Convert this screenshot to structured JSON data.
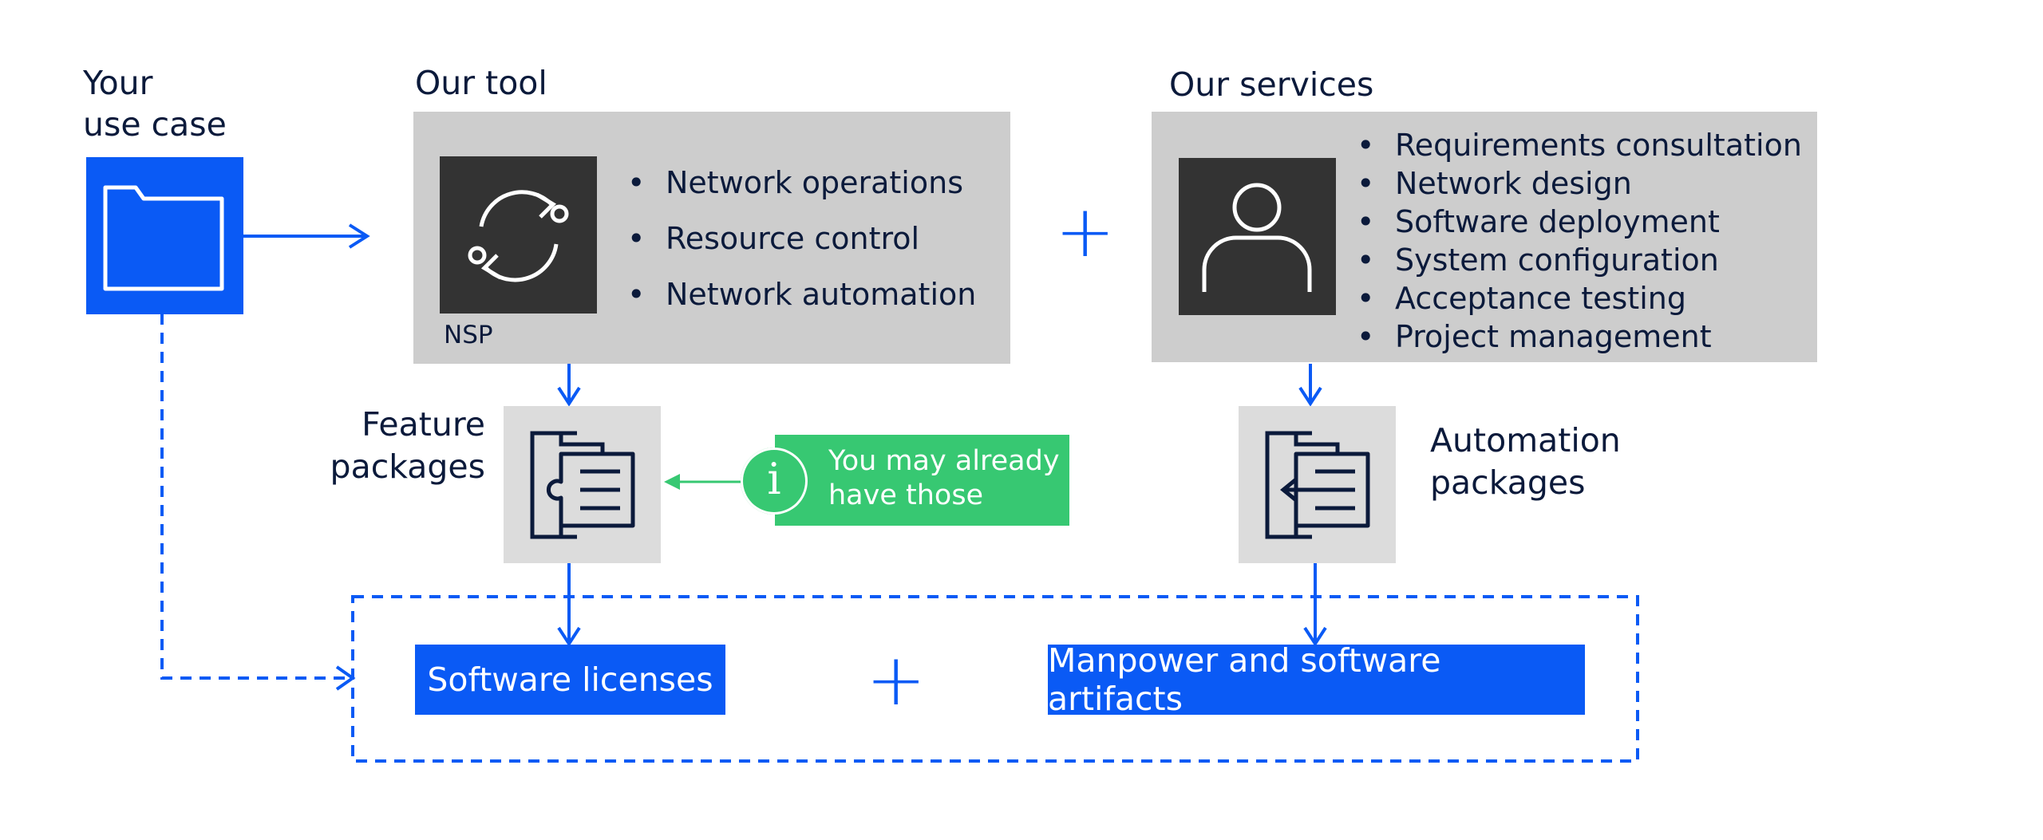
{
  "use_case": {
    "title_line1": "Your",
    "title_line2": "use case",
    "icon": "folder-icon"
  },
  "tool": {
    "title": "Our tool",
    "icon": "refresh-cycle-icon",
    "product_label": "NSP",
    "items": [
      "Network operations",
      "Resource control",
      "Network automation"
    ]
  },
  "plus_symbol": "+",
  "services": {
    "title": "Our services",
    "icon": "person-icon",
    "items": [
      "Requirements consultation",
      "Network design",
      "Software deployment",
      "System configuration",
      "Acceptance testing",
      "Project management"
    ]
  },
  "feature_packages": {
    "label_line1": "Feature",
    "label_line2": "packages",
    "icon": "document-puzzle-icon"
  },
  "note": {
    "icon": "info-icon",
    "glyph": "i",
    "line1": "You may already",
    "line2": "have those"
  },
  "automation_packages": {
    "label_line1": "Automation",
    "label_line2": "packages",
    "icon": "document-import-icon"
  },
  "outcomes": {
    "software_licenses": "Software licenses",
    "plus": "+",
    "manpower": "Manpower and software artifacts"
  },
  "colors": {
    "accent_blue": "#0a5af5",
    "note_green": "#37c872",
    "box_gray": "#cdcdcd",
    "package_gray": "#dcdcdc",
    "icon_dark": "#333333",
    "text_navy": "#0b1a3b"
  }
}
